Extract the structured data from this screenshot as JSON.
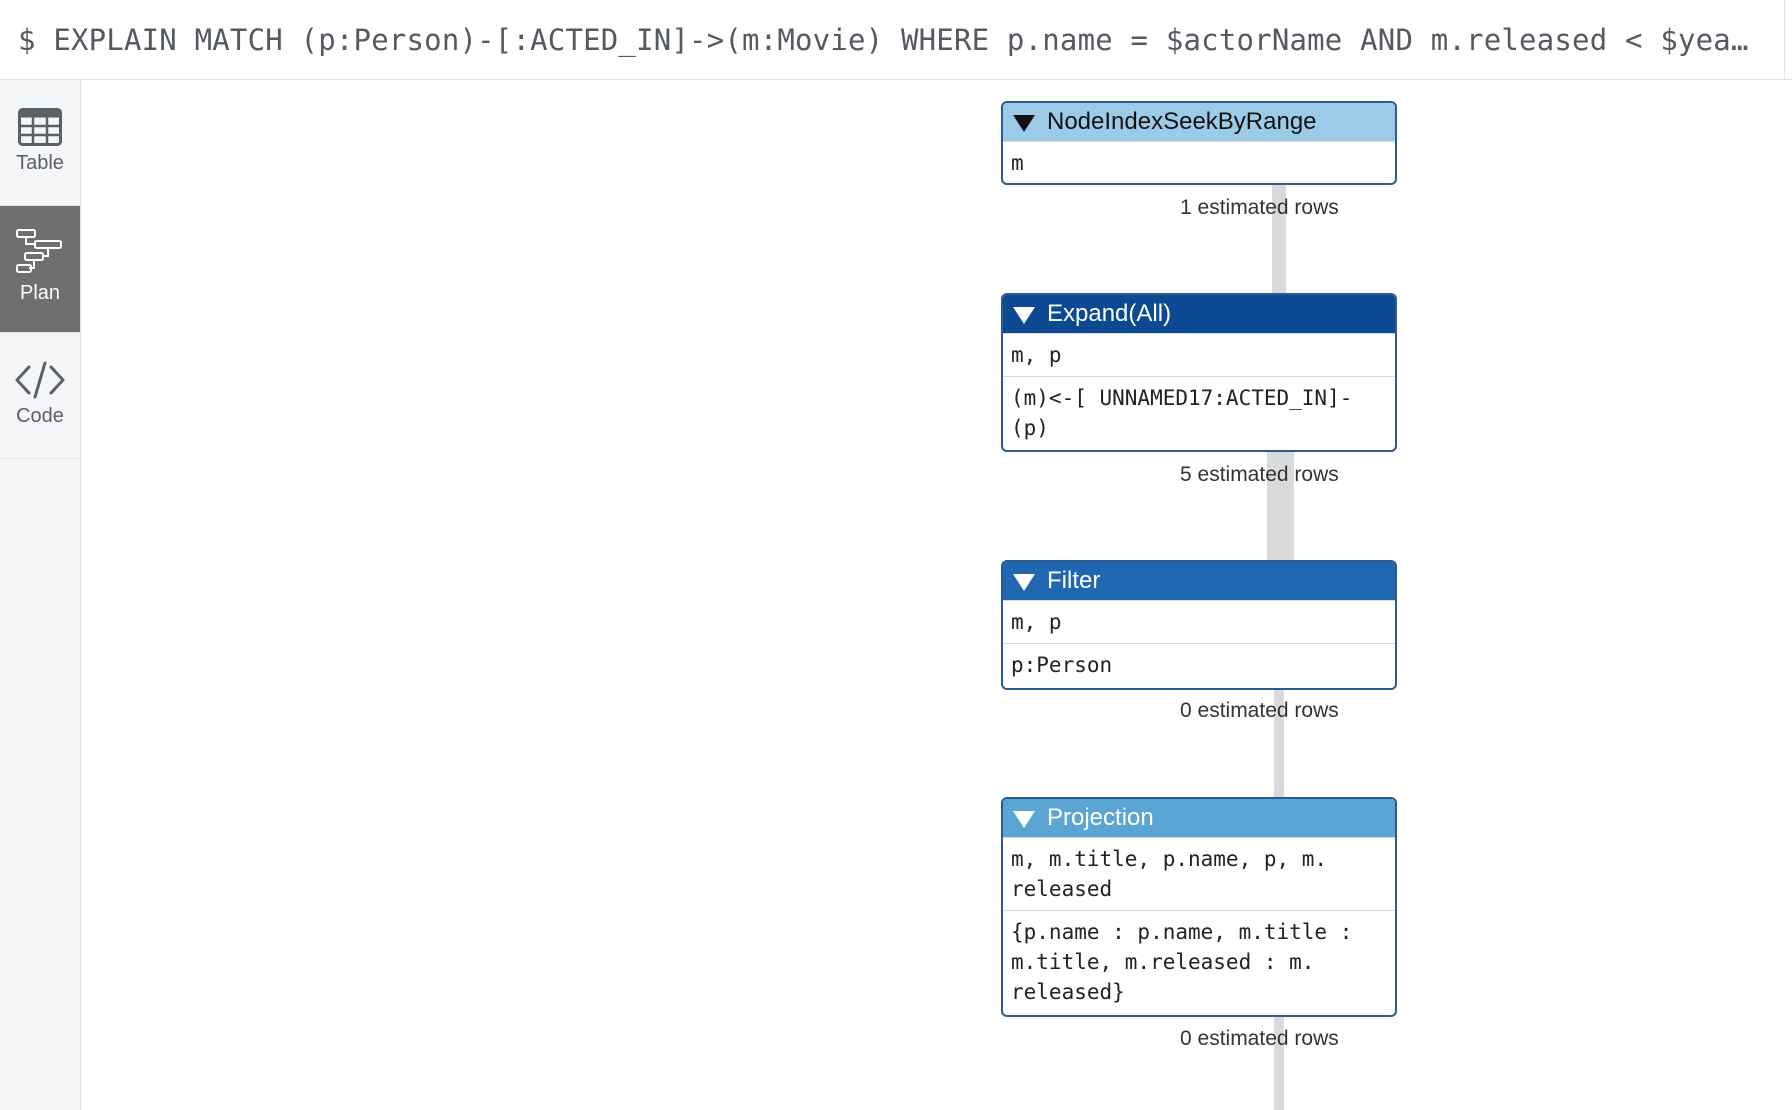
{
  "query": {
    "text": "$ EXPLAIN MATCH (p:Person)-[:ACTED_IN]->(m:Movie) WHERE p.name = $actorName AND m.released < $year RE…"
  },
  "sidebar": {
    "items": [
      {
        "label": "Table",
        "icon": "table-icon",
        "active": false
      },
      {
        "label": "Plan",
        "icon": "plan-icon",
        "active": true
      },
      {
        "label": "Code",
        "icon": "code-icon",
        "active": false
      }
    ]
  },
  "plan": {
    "operators": [
      {
        "name": "NodeIndexSeekByRange",
        "header_color": "#9ccbe8",
        "rows": [
          "m"
        ],
        "estimated_rows": "1 estimated rows"
      },
      {
        "name": "Expand(All)",
        "header_color": "#0b4a93",
        "rows": [
          "m, p",
          "(m)<-[ UNNAMED17:ACTED_IN]-\n(p)"
        ],
        "estimated_rows": "5 estimated rows"
      },
      {
        "name": "Filter",
        "header_color": "#1f67b1",
        "rows": [
          "m, p",
          "p:Person"
        ],
        "estimated_rows": "0 estimated rows"
      },
      {
        "name": "Projection",
        "header_color": "#5ba5d4",
        "rows": [
          "m, m.title, p.name, p, m.\nreleased",
          "{p.name : p.name, m.title :\nm.title, m.released : m.\nreleased}"
        ],
        "estimated_rows": "0 estimated rows"
      }
    ]
  }
}
